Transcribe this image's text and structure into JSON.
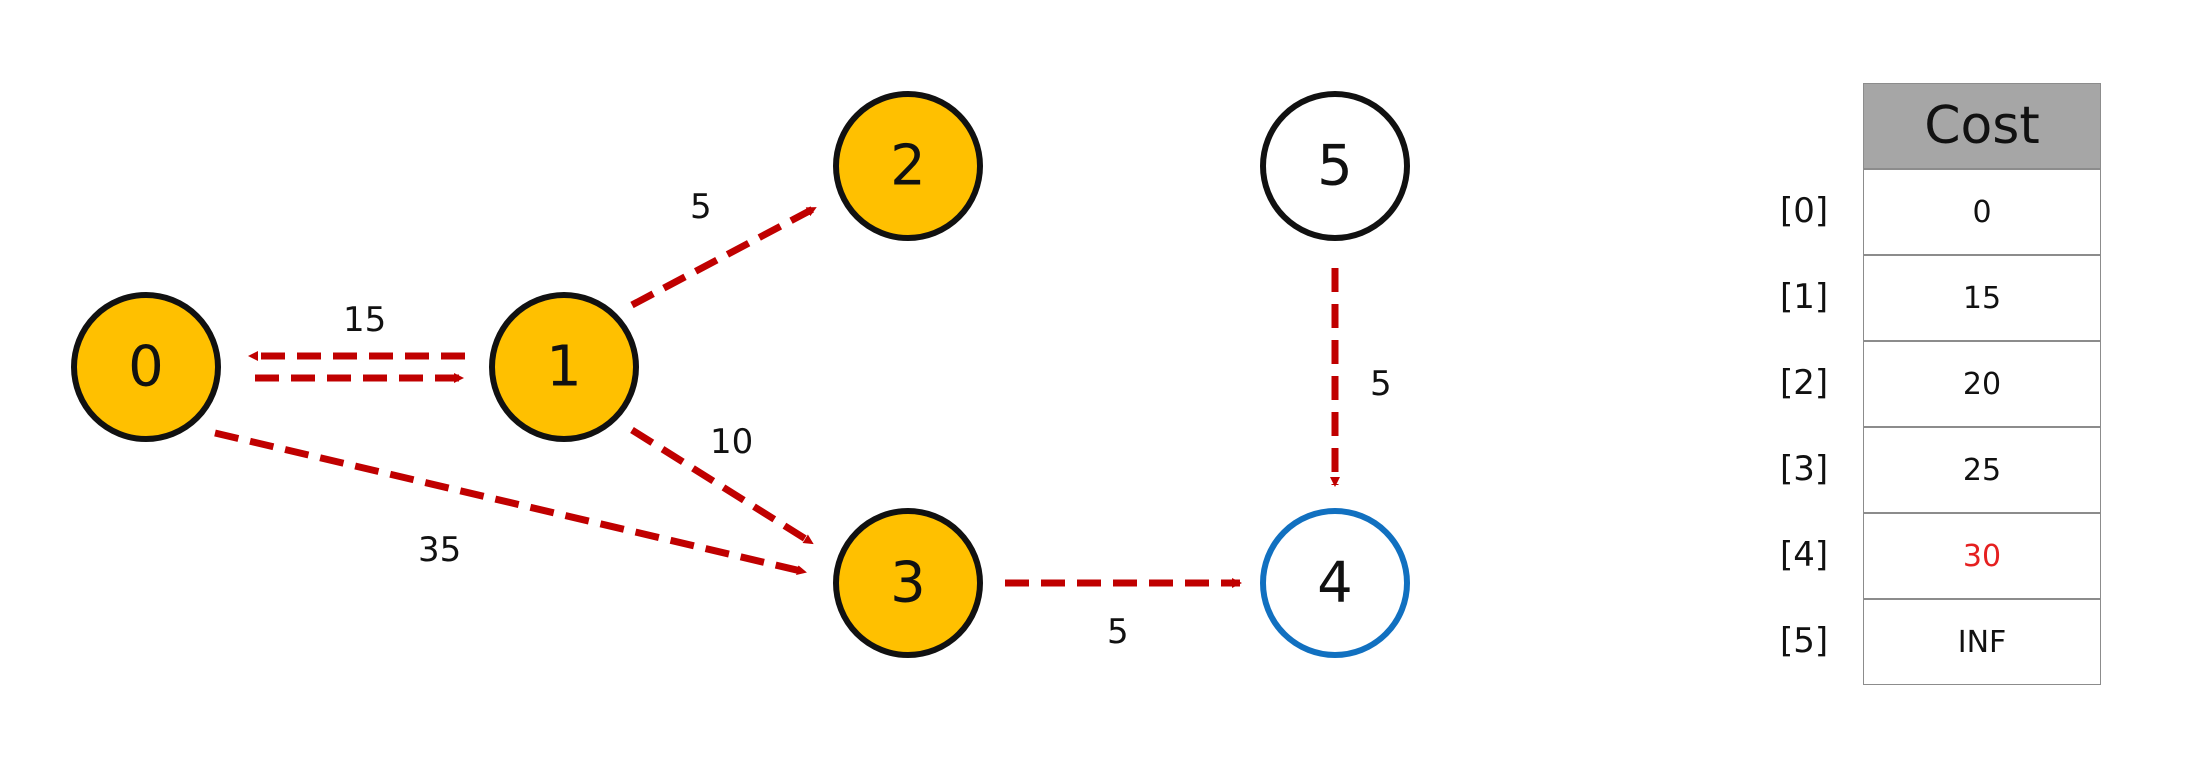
{
  "colors": {
    "visited_fill": "#FFC000",
    "node_stroke": "#111111",
    "target_stroke": "#1170C0",
    "edge": "#C00000",
    "highlight_text": "#E52020",
    "header_bg": "#A6A6A6"
  },
  "nodes": [
    {
      "id": "0",
      "label": "0",
      "visited": true
    },
    {
      "id": "1",
      "label": "1",
      "visited": true
    },
    {
      "id": "2",
      "label": "2",
      "visited": true
    },
    {
      "id": "3",
      "label": "3",
      "visited": true
    },
    {
      "id": "4",
      "label": "4",
      "visited": false,
      "current": true
    },
    {
      "id": "5",
      "label": "5",
      "visited": false
    }
  ],
  "edges": [
    {
      "from": "1",
      "to": "0",
      "weight": "15"
    },
    {
      "from": "0",
      "to": "1",
      "weight": ""
    },
    {
      "from": "1",
      "to": "2",
      "weight": "5"
    },
    {
      "from": "1",
      "to": "3",
      "weight": "10"
    },
    {
      "from": "0",
      "to": "3",
      "weight": "35"
    },
    {
      "from": "3",
      "to": "4",
      "weight": "5"
    },
    {
      "from": "5",
      "to": "4",
      "weight": "5"
    }
  ],
  "table": {
    "header": "Cost",
    "rows": [
      {
        "index": "[0]",
        "value": "0"
      },
      {
        "index": "[1]",
        "value": "15"
      },
      {
        "index": "[2]",
        "value": "20"
      },
      {
        "index": "[3]",
        "value": "25"
      },
      {
        "index": "[4]",
        "value": "30",
        "highlight": true
      },
      {
        "index": "[5]",
        "value": "INF"
      }
    ]
  }
}
